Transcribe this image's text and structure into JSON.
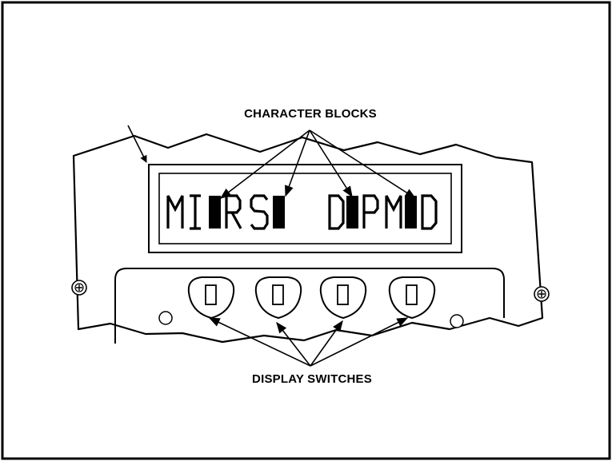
{
  "callouts": {
    "character_blocks": "CHARACTER BLOCKS",
    "display_switches": "DISPLAY SWITCHES"
  },
  "display": {
    "readout": "MI■R S■ D■P M■D"
  },
  "colors": {
    "ink": "#000000",
    "paper": "#ffffff"
  },
  "icons": {
    "mounting_screw": "phillips-screw-icon",
    "switch": "rocker-switch-icon"
  }
}
